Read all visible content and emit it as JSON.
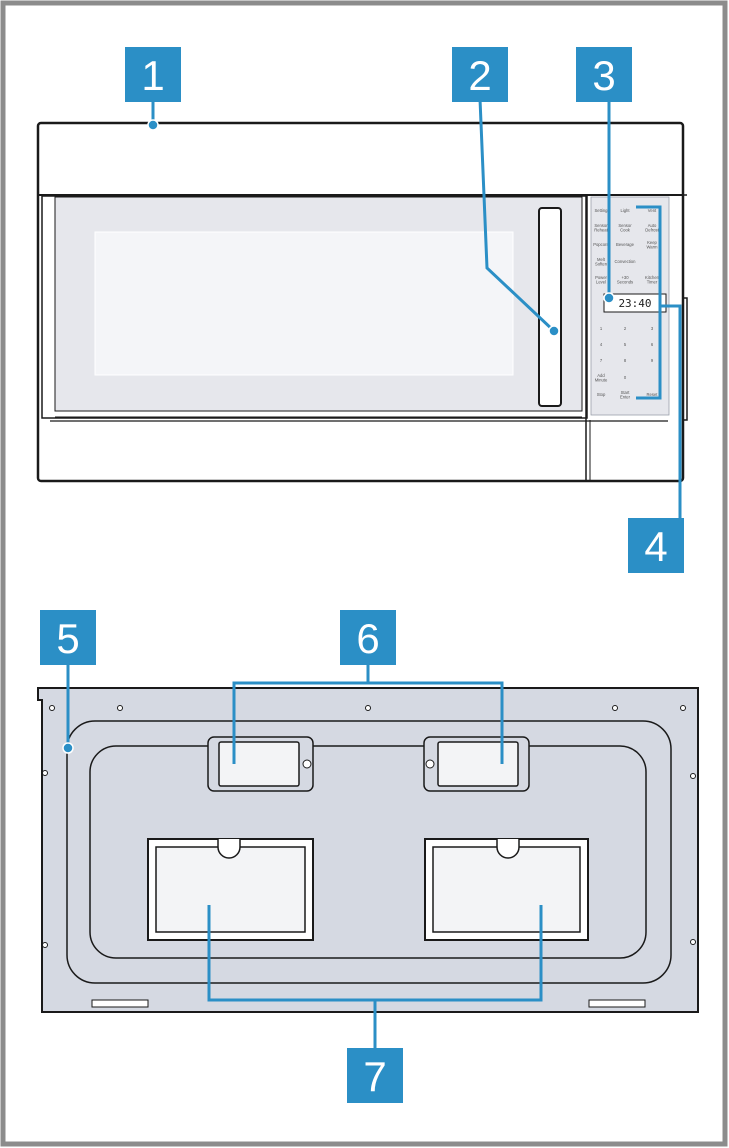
{
  "colors": {
    "frame": "#8c8c8c",
    "callout": "#2b8fc6",
    "callout_text": "#ffffff",
    "leader_line": "#2b8fc6",
    "appliance_fill": "#e6e7ec",
    "panel_fill": "#d5d9e2",
    "outline": "#1a1a1a"
  },
  "callouts": [
    {
      "label": "1",
      "name": "callout-1"
    },
    {
      "label": "2",
      "name": "callout-2"
    },
    {
      "label": "3",
      "name": "callout-3"
    },
    {
      "label": "4",
      "name": "callout-4"
    },
    {
      "label": "5",
      "name": "callout-5"
    },
    {
      "label": "6",
      "name": "callout-6"
    },
    {
      "label": "7",
      "name": "callout-7"
    }
  ],
  "control_panel": {
    "display_text": "23:40",
    "keys": [
      [
        "Setting",
        "Light",
        "Vent"
      ],
      [
        "Sensor Reheat",
        "Sensor Cook",
        "Auto Defrost"
      ],
      [
        "Popcorn",
        "Beverage",
        "Keep Warm"
      ],
      [
        "Melt Soften",
        "Convection",
        ""
      ],
      [
        "Power Level",
        "+30 Seconds",
        "Kitchen Timer"
      ],
      [
        "1",
        "2",
        "3"
      ],
      [
        "4",
        "5",
        "6"
      ],
      [
        "7",
        "8",
        "9"
      ],
      [
        "Add Minute",
        "0",
        ""
      ],
      [
        "Stop",
        "Start Enter",
        "Reset"
      ]
    ]
  }
}
